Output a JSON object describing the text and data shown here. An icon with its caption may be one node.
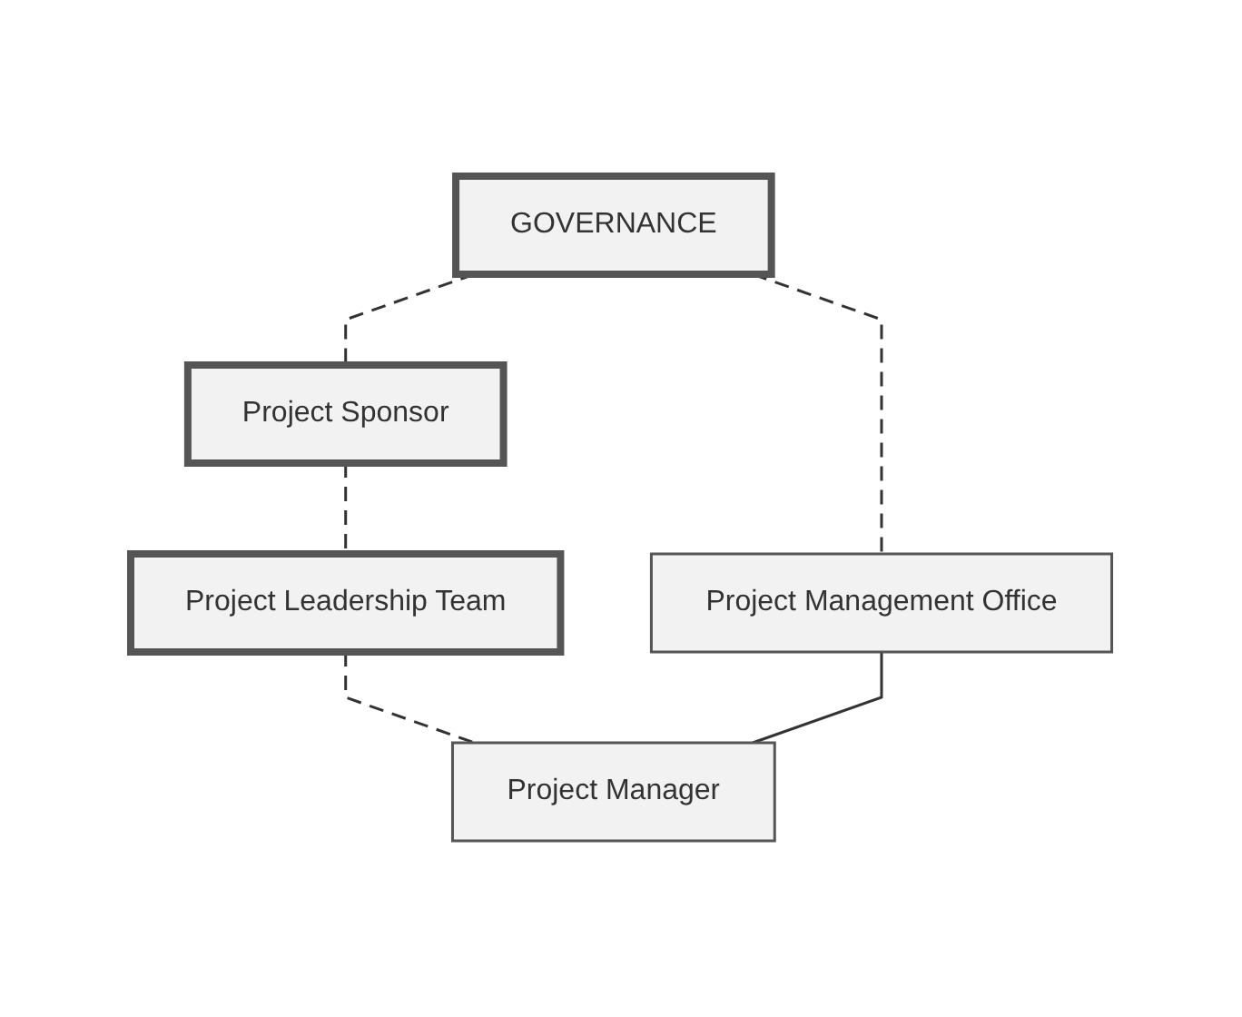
{
  "diagram": {
    "nodes": [
      {
        "text": [
          "GOVERNANCE"
        ]
      },
      {
        "text": [
          "Project Sponsor"
        ]
      },
      {
        "text": [
          "Project Leadership Team"
        ]
      },
      {
        "text": [
          "Project Management Office"
        ]
      },
      {
        "text": [
          "Project Manager"
        ]
      }
    ],
    "edges": [
      {
        "from": 0,
        "to": 1,
        "arrow": "none",
        "style": "dashed"
      },
      {
        "from": 0,
        "to": 3,
        "arrow": "none",
        "style": "dashed"
      },
      {
        "from": 1,
        "to": 2,
        "arrow": "none",
        "style": "dashed"
      },
      {
        "from": 2,
        "to": 4,
        "arrow": "none",
        "style": "dashed"
      },
      {
        "from": 3,
        "to": 4,
        "arrow": "none"
      }
    ]
  }
}
